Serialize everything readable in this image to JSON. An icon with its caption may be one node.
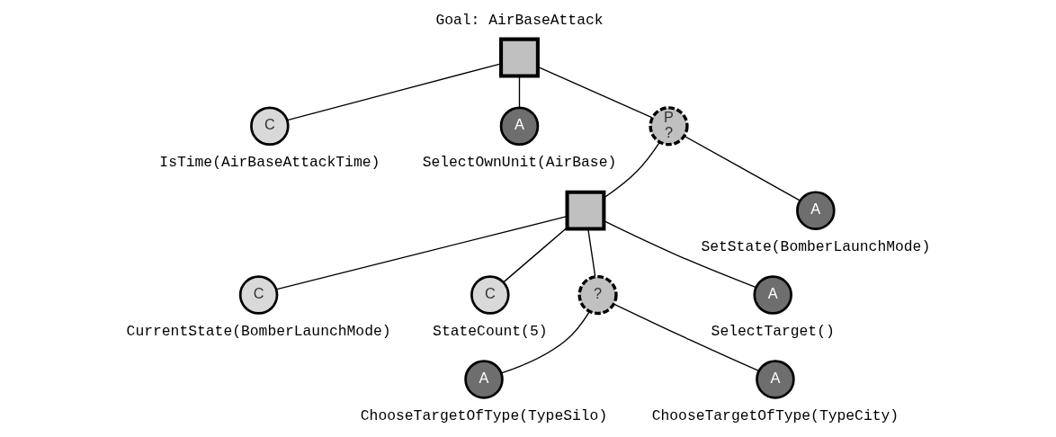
{
  "diagram": {
    "nodes": [
      {
        "text": [],
        "shape": "box",
        "beside": [
          "Goal: AirBaseAttack"
        ]
      },
      {
        "text": [
          "C"
        ],
        "beside": [
          "IsTime(AirBaseAttackTime)"
        ]
      },
      {
        "text": [
          "A"
        ],
        "beside": [
          "SelectOwnUnit(AirBase)"
        ]
      },
      {
        "text": [
          "P",
          "?"
        ]
      },
      {
        "text": [],
        "shape": "box"
      },
      {
        "text": [
          "A"
        ],
        "beside": [
          "SetState(BomberLaunchMode)"
        ]
      },
      {
        "text": [
          "C"
        ],
        "beside": [
          "CurrentState(BomberLaunchMode)"
        ]
      },
      {
        "text": [
          "C"
        ],
        "beside": [
          "StateCount(5)"
        ]
      },
      {
        "text": [
          "?"
        ]
      },
      {
        "text": [
          "A"
        ],
        "beside": [
          "SelectTarget()"
        ]
      },
      {
        "text": [
          "A"
        ],
        "beside": [
          "ChooseTargetOfType(TypeSilo)"
        ]
      },
      {
        "text": [
          "A"
        ],
        "beside": [
          "ChooseTargetOfType(TypeCity)"
        ]
      }
    ],
    "edges": [
      {
        "from": 0,
        "to": 1,
        "arrow": "none"
      },
      {
        "from": 0,
        "to": 2,
        "arrow": "none"
      },
      {
        "from": 0,
        "to": 3,
        "arrow": "none"
      },
      {
        "from": 3,
        "to": 4,
        "arrow": "none"
      },
      {
        "from": 3,
        "to": 5,
        "arrow": "none"
      },
      {
        "from": 4,
        "to": 6,
        "arrow": "none"
      },
      {
        "from": 4,
        "to": 7,
        "arrow": "none"
      },
      {
        "from": 4,
        "to": 8,
        "arrow": "none"
      },
      {
        "from": 4,
        "to": 9,
        "arrow": "none"
      },
      {
        "from": 8,
        "to": 10,
        "arrow": "none"
      },
      {
        "from": 8,
        "to": 11,
        "arrow": "none"
      }
    ]
  }
}
